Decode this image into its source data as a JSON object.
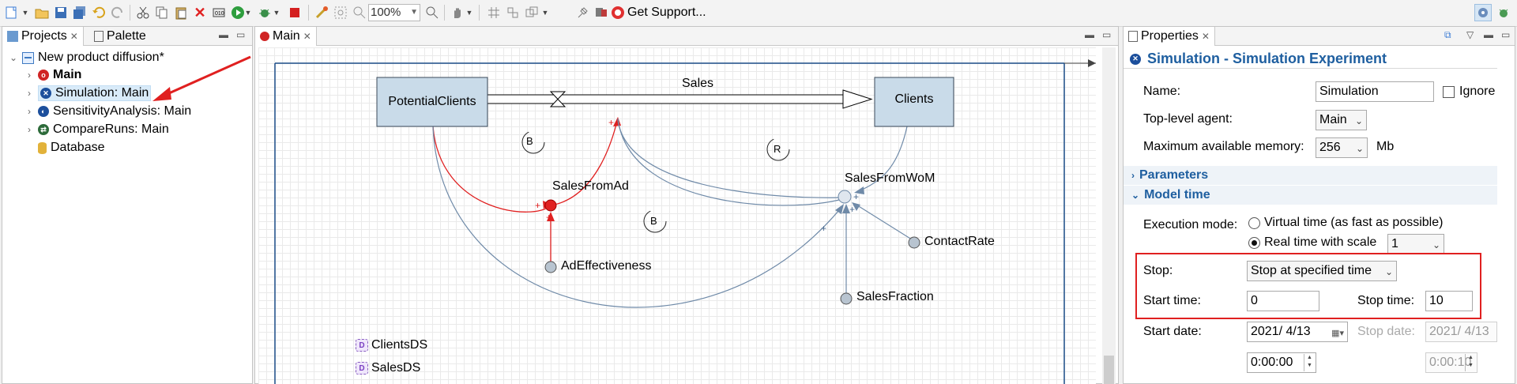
{
  "toolbar": {
    "zoom_value": "100%",
    "get_support_label": "Get Support..."
  },
  "projects_panel": {
    "tab_projects": "Projects",
    "tab_palette": "Palette",
    "tree": {
      "root": "New product diffusion*",
      "items": [
        {
          "label": "Main",
          "icon": "agent-icon",
          "bold": true
        },
        {
          "label": "Simulation: Main",
          "icon": "experiment-icon",
          "selected": true
        },
        {
          "label": "SensitivityAnalysis: Main",
          "icon": "sensitivity-icon"
        },
        {
          "label": "CompareRuns: Main",
          "icon": "compare-runs-icon"
        },
        {
          "label": "Database",
          "icon": "database-icon"
        }
      ]
    }
  },
  "editor": {
    "tab_label": "Main",
    "diagram": {
      "stocks": [
        {
          "label": "PotentialClients"
        },
        {
          "label": "Clients"
        }
      ],
      "flow_label": "Sales",
      "variables": [
        {
          "label": "SalesFromAd"
        },
        {
          "label": "SalesFromWoM"
        },
        {
          "label": "AdEffectiveness"
        },
        {
          "label": "ContactRate"
        },
        {
          "label": "SalesFraction"
        }
      ],
      "loop_markers": [
        "B",
        "R",
        "B"
      ],
      "polarity_signs": [
        "+",
        "+",
        "+",
        "+",
        "+",
        "+"
      ],
      "datasets": [
        {
          "label": "ClientsDS",
          "icon_letter": "D"
        },
        {
          "label": "SalesDS",
          "icon_letter": "D"
        }
      ]
    }
  },
  "properties": {
    "tab_label": "Properties",
    "header": "Simulation - Simulation Experiment",
    "name_label": "Name:",
    "name_value": "Simulation",
    "ignore_label": "Ignore",
    "top_level_agent_label": "Top-level agent:",
    "top_level_agent_value": "Main",
    "max_memory_label": "Maximum available memory:",
    "max_memory_value": "256",
    "max_memory_unit": "Mb",
    "parameters_section": "Parameters",
    "model_time_section": "Model time",
    "execution_mode_label": "Execution mode:",
    "exec_option_virtual": "Virtual time (as fast as possible)",
    "exec_option_real": "Real time with scale",
    "real_time_scale_value": "1",
    "stop_label": "Stop:",
    "stop_value": "Stop at specified time",
    "start_time_label": "Start time:",
    "start_time_value": "0",
    "stop_time_label": "Stop time:",
    "stop_time_value": "10",
    "start_date_label": "Start date:",
    "start_date_value": "2021/  4/13",
    "stop_date_label": "Stop date:",
    "stop_date_value": "2021/  4/13",
    "start_clock_value": "0:00:00",
    "stop_clock_value": "0:00:10"
  },
  "colors": {
    "highlight_red": "#e02020",
    "accent_blue": "#1f5fa0",
    "stock_fill": "#c9dbe9",
    "link_blue": "#6f8aa8"
  }
}
